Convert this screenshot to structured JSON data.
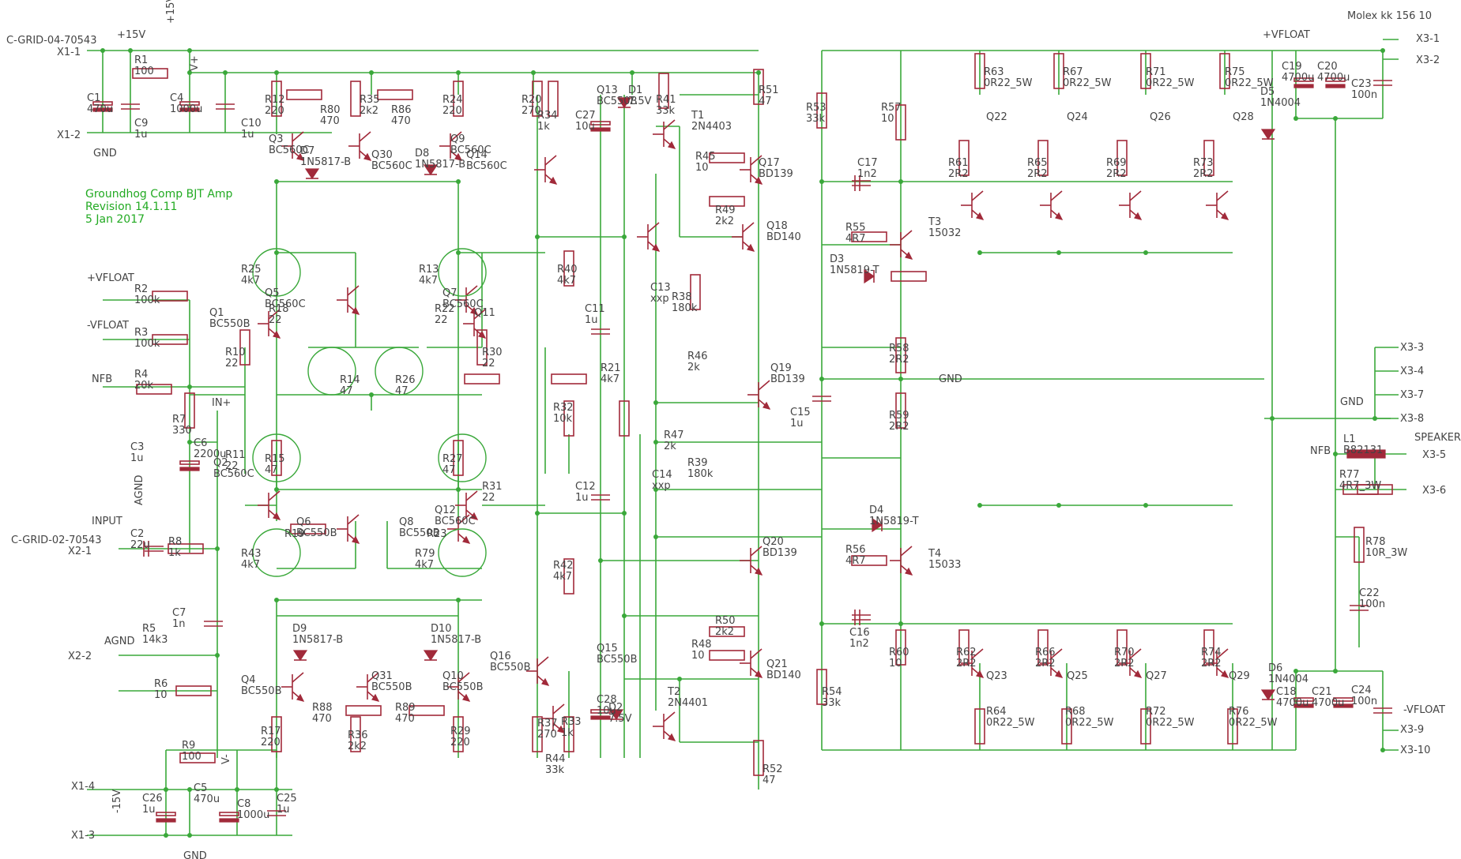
{
  "title_block": {
    "line1": "Groundhog Comp BJT Amp",
    "line2": "Revision 14.1.11",
    "line3": "5 Jan 2017",
    "color": "#22aa22"
  },
  "colors": {
    "wire": "#3aa83a",
    "component": "#a12a3a",
    "text": "#444444"
  },
  "connectors": {
    "grid04": "C-GRID-04-70543",
    "grid02": "C-GRID-02-70543",
    "molex": "Molex kk 156 10"
  },
  "nets": {
    "p15v": "+15V",
    "p15v_flag": "+15V",
    "m15v": "-15V",
    "vplus": "V+",
    "vminus": "V-",
    "pvfloat_top": "+VFLOAT",
    "pvfloat_left": "+VFLOAT",
    "mvfloat_left": "-VFLOAT",
    "mvfloat_right": "-VFLOAT",
    "nfb_left": "NFB",
    "nfb_right": "NFB",
    "in_plus": "IN+",
    "input": "INPUT",
    "speaker": "SPEAKER",
    "gnd": "GND",
    "agnd": "AGND"
  },
  "pins": [
    "X1-1",
    "X1-2",
    "X1-3",
    "X1-4",
    "X2-1",
    "X2-2",
    "X3-1",
    "X3-2",
    "X3-3",
    "X3-4",
    "X3-7",
    "X3-8",
    "X3-5",
    "X3-6",
    "X3-9",
    "X3-10"
  ],
  "parts": [
    {
      "ref": "R1",
      "val": "100"
    },
    {
      "ref": "C1",
      "val": "470u"
    },
    {
      "ref": "C9",
      "val": "1u"
    },
    {
      "ref": "C4",
      "val": "1000u"
    },
    {
      "ref": "C10",
      "val": "1u"
    },
    {
      "ref": "R12",
      "val": "220"
    },
    {
      "ref": "R80",
      "val": "470"
    },
    {
      "ref": "R35",
      "val": "2k2"
    },
    {
      "ref": "R86",
      "val": "470"
    },
    {
      "ref": "R24",
      "val": "220"
    },
    {
      "ref": "Q3",
      "val": "BC560C"
    },
    {
      "ref": "Q30",
      "val": "BC560C"
    },
    {
      "ref": "Q9",
      "val": "BC560C"
    },
    {
      "ref": "D7",
      "val": "1N5817-B"
    },
    {
      "ref": "D8",
      "val": "1N5817-B"
    },
    {
      "ref": "R20",
      "val": "270"
    },
    {
      "ref": "R34",
      "val": "1k"
    },
    {
      "ref": "C27",
      "val": "10u"
    },
    {
      "ref": "Q13",
      "val": "BC550B"
    },
    {
      "ref": "D1",
      "val": "7.5V"
    },
    {
      "ref": "R41",
      "val": "33k"
    },
    {
      "ref": "T1",
      "val": "2N4403"
    },
    {
      "ref": "R51",
      "val": "47"
    },
    {
      "ref": "Q14",
      "val": "BC560C"
    },
    {
      "ref": "Q17",
      "val": "BD139"
    },
    {
      "ref": "R45",
      "val": "10"
    },
    {
      "ref": "R49",
      "val": "2k2"
    },
    {
      "ref": "Q18",
      "val": "BD140"
    },
    {
      "ref": "R53",
      "val": "33k"
    },
    {
      "ref": "R57",
      "val": "10"
    },
    {
      "ref": "C17",
      "val": "1n2"
    },
    {
      "ref": "T3",
      "val": "15032"
    },
    {
      "ref": "R55",
      "val": "4R7"
    },
    {
      "ref": "D3",
      "val": "1N5819-T"
    },
    {
      "ref": "R63",
      "val": "0R22_5W"
    },
    {
      "ref": "R67",
      "val": "0R22_5W"
    },
    {
      "ref": "R71",
      "val": "0R22_5W"
    },
    {
      "ref": "R75",
      "val": "0R22_5W"
    },
    {
      "ref": "Q22",
      "val": ""
    },
    {
      "ref": "Q24",
      "val": ""
    },
    {
      "ref": "Q26",
      "val": ""
    },
    {
      "ref": "Q28",
      "val": ""
    },
    {
      "ref": "R61",
      "val": "2R2"
    },
    {
      "ref": "R65",
      "val": "2R2"
    },
    {
      "ref": "R69",
      "val": "2R2"
    },
    {
      "ref": "R73",
      "val": "2R2"
    },
    {
      "ref": "D5",
      "val": "1N4004"
    },
    {
      "ref": "C19",
      "val": "4700u"
    },
    {
      "ref": "C20",
      "val": "4700u"
    },
    {
      "ref": "C23",
      "val": "100n"
    },
    {
      "ref": "R2",
      "val": "100k"
    },
    {
      "ref": "R3",
      "val": "100k"
    },
    {
      "ref": "R4",
      "val": "20k"
    },
    {
      "ref": "R25",
      "val": "4k7"
    },
    {
      "ref": "R13",
      "val": "4k7"
    },
    {
      "ref": "Q5",
      "val": "BC560C"
    },
    {
      "ref": "Q7",
      "val": "BC560C"
    },
    {
      "ref": "Q1",
      "val": "BC550B"
    },
    {
      "ref": "Q11",
      "val": ""
    },
    {
      "ref": "R18",
      "val": "22"
    },
    {
      "ref": "R22",
      "val": "22"
    },
    {
      "ref": "R10",
      "val": "22"
    },
    {
      "ref": "R14",
      "val": "47"
    },
    {
      "ref": "R26",
      "val": "47"
    },
    {
      "ref": "R30",
      "val": "22"
    },
    {
      "ref": "R40",
      "val": "4k7"
    },
    {
      "ref": "C11",
      "val": "1u"
    },
    {
      "ref": "R38",
      "val": "180k"
    },
    {
      "ref": "C13",
      "val": "xxp"
    },
    {
      "ref": "R46",
      "val": "2k"
    },
    {
      "ref": "Q19",
      "val": "BD139"
    },
    {
      "ref": "C15",
      "val": "1u"
    },
    {
      "ref": "R58",
      "val": "2R2"
    },
    {
      "ref": "R59",
      "val": "2R2"
    },
    {
      "ref": "R7",
      "val": "330"
    },
    {
      "ref": "C3",
      "val": "1u"
    },
    {
      "ref": "C6",
      "val": "2200u"
    },
    {
      "ref": "R11",
      "val": "22"
    },
    {
      "ref": "R15",
      "val": "47"
    },
    {
      "ref": "R27",
      "val": "47"
    },
    {
      "ref": "R31",
      "val": "22"
    },
    {
      "ref": "R32",
      "val": "10k"
    },
    {
      "ref": "R21",
      "val": "4k7"
    },
    {
      "ref": "R47",
      "val": "2k"
    },
    {
      "ref": "C14",
      "val": "xxp"
    },
    {
      "ref": "R39",
      "val": "180k"
    },
    {
      "ref": "Q2",
      "val": "BC560C"
    },
    {
      "ref": "Q6",
      "val": "BC550B"
    },
    {
      "ref": "Q8",
      "val": "BC550B"
    },
    {
      "ref": "Q12",
      "val": "BC560C"
    },
    {
      "ref": "R19",
      "val": ""
    },
    {
      "ref": "R23",
      "val": ""
    },
    {
      "ref": "C12",
      "val": "1u"
    },
    {
      "ref": "C2",
      "val": "22u"
    },
    {
      "ref": "R8",
      "val": "1k"
    },
    {
      "ref": "R43",
      "val": "4k7"
    },
    {
      "ref": "R79",
      "val": "4k7"
    },
    {
      "ref": "R42",
      "val": "4k7"
    },
    {
      "ref": "Q20",
      "val": "BD139"
    },
    {
      "ref": "D4",
      "val": "1N5819-T"
    },
    {
      "ref": "R56",
      "val": "4R7"
    },
    {
      "ref": "T4",
      "val": "15033"
    },
    {
      "ref": "L1",
      "val": "B82131"
    },
    {
      "ref": "R77",
      "val": "4R7_3W"
    },
    {
      "ref": "R78",
      "val": "10R_3W"
    },
    {
      "ref": "C22",
      "val": "100n"
    },
    {
      "ref": "R5",
      "val": "14k3"
    },
    {
      "ref": "C7",
      "val": "1n"
    },
    {
      "ref": "R6",
      "val": "10"
    },
    {
      "ref": "C16",
      "val": "1n2"
    },
    {
      "ref": "R60",
      "val": "10"
    },
    {
      "ref": "R62",
      "val": "2R2"
    },
    {
      "ref": "R66",
      "val": "2R2"
    },
    {
      "ref": "R70",
      "val": "2R2"
    },
    {
      "ref": "R74",
      "val": "2R2"
    },
    {
      "ref": "Q23",
      "val": ""
    },
    {
      "ref": "Q25",
      "val": ""
    },
    {
      "ref": "Q27",
      "val": ""
    },
    {
      "ref": "Q29",
      "val": ""
    },
    {
      "ref": "R64",
      "val": "0R22_5W"
    },
    {
      "ref": "R68",
      "val": "0R22_5W"
    },
    {
      "ref": "R72",
      "val": "0R22_5W"
    },
    {
      "ref": "R76",
      "val": "0R22_5W"
    },
    {
      "ref": "D6",
      "val": "1N4004"
    },
    {
      "ref": "C18",
      "val": "4700u"
    },
    {
      "ref": "C21",
      "val": "4700u"
    },
    {
      "ref": "C24",
      "val": "100n"
    },
    {
      "ref": "R54",
      "val": "33k"
    },
    {
      "ref": "R50",
      "val": "2k2"
    },
    {
      "ref": "R48",
      "val": "10"
    },
    {
      "ref": "Q21",
      "val": "BD140"
    },
    {
      "ref": "T2",
      "val": "2N4401"
    },
    {
      "ref": "R44",
      "val": "33k"
    },
    {
      "ref": "R52",
      "val": "47"
    },
    {
      "ref": "Q16",
      "val": "BC550B"
    },
    {
      "ref": "Q15",
      "val": "BC550B"
    },
    {
      "ref": "R37",
      "val": "270"
    },
    {
      "ref": "R33",
      "val": "1k"
    },
    {
      "ref": "C28",
      "val": "10u"
    },
    {
      "ref": "D2",
      "val": "7.5V"
    },
    {
      "ref": "Q4",
      "val": "BC550B"
    },
    {
      "ref": "Q31",
      "val": "BC550B"
    },
    {
      "ref": "Q10",
      "val": "BC550B"
    },
    {
      "ref": "D9",
      "val": "1N5817-B"
    },
    {
      "ref": "D10",
      "val": "1N5817-B"
    },
    {
      "ref": "R88",
      "val": "470"
    },
    {
      "ref": "R36",
      "val": "2k2"
    },
    {
      "ref": "R89",
      "val": "470"
    },
    {
      "ref": "R17",
      "val": "220"
    },
    {
      "ref": "R29",
      "val": "220"
    },
    {
      "ref": "R9",
      "val": "100"
    },
    {
      "ref": "C26",
      "val": "1u"
    },
    {
      "ref": "C5",
      "val": "470u"
    },
    {
      "ref": "C8",
      "val": "1000u"
    },
    {
      "ref": "C25",
      "val": "1u"
    }
  ]
}
